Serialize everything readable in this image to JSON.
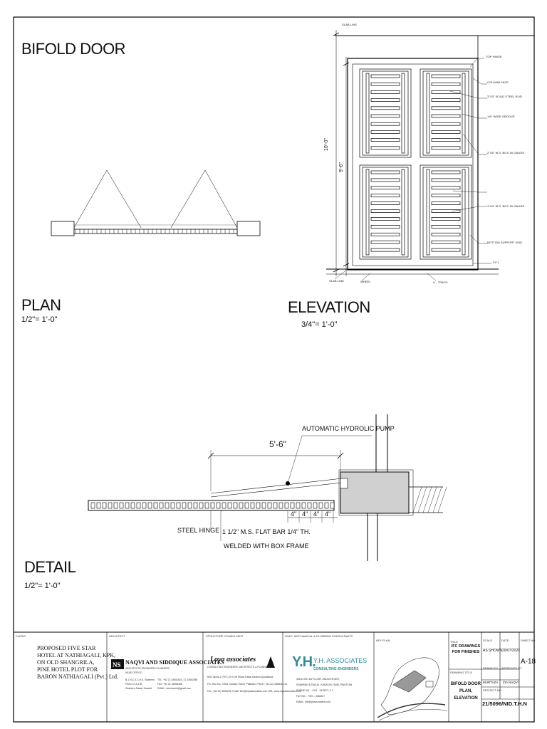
{
  "titles": {
    "bifold_door": "BIFOLD DOOR",
    "plan": "PLAN",
    "plan_scale": "1/2\"= 1'-0\"",
    "elevation": "ELEVATION",
    "elevation_scale": "3/4\"= 1'-0\"",
    "detail": "DETAIL",
    "detail_scale": "1/2\"= 1'-0\""
  },
  "elevation_notes": {
    "slab_line_top": "SLAB LINE",
    "top_hinge": "TOP HINGE",
    "column_face": "COLUMN FACE",
    "steel_rod": "3\"X3\" SOLID STEEL ROD",
    "groove": "1/8\" WIDE GROOVE",
    "box_top": "2\"X5\" M.S. BOX 16 GAUGE",
    "box_bottom": "1\"X4\" M.S. BOX 16 GAUGE",
    "bottom_rod": "BOTTOM SUPPORT ROD",
    "ffl": "F.F.L",
    "slab_line_bottom": "SLAB LINE",
    "wheel": "WHEEL",
    "u_track": "U - TRACK",
    "dim_total": "10'-0\"",
    "dim_panel": "9'-6\""
  },
  "detail_notes": {
    "pump": "AUTOMATIC HYDROLIC PUMP",
    "dim_span": "5'-6\"",
    "dim_4a": "4\"",
    "dim_4b": "4\"",
    "dim_4c": "4\"",
    "dim_4d": "4\"",
    "steel_hinge": "STEEL HINGE",
    "flat_bar_1": "1 1/2\" M.S. FLAT BAR 1/4\" TH.",
    "flat_bar_2": "WELDED WITH BOX FRAME"
  },
  "title_block": {
    "client_label": "CLIENT",
    "client_text": "PROPOSED FIVE STAR\nHOTEL AT NATHIAGALI, KPK,\nON OLD SHANGRILA,\nPINE HOTEL PLOT FOR\nBARON NATHIAGALI (Pvt.) Ltd.",
    "architect_label": "ARCHITECT",
    "architect_name": "NAQVI AND SIDDIQUE ASSOCIATES",
    "architect_sub": "ARCHITECTS ENGINEERS PLANNERS",
    "architect_head": "HEAD OFFICE:",
    "architect_addr1": "B-1 N.C.S.C.H.S. Shaheen",
    "architect_addr2": "Plot # 37-A & B",
    "architect_addr3": "Shaheen-Faisal, Karachi",
    "architect_tel1": "TEL: +92 21 34552624, 21 34552389",
    "architect_tel2": "FAX: +92 21 34553486",
    "architect_email": "EMAIL: nsi.karachi@gmail.com",
    "structure_label": "STRUCTURE CONSULTANT",
    "structure_name": "Loya associates",
    "structure_sub": "CONSULTING ENGINEERS, ARCHITECTS & PLANNERS",
    "structure_addr1": "NHC Block-2, P.E.C.H.S.Off Shara-Faisal Karachi-Quaidabad,",
    "structure_addr2": "P.O. Box No. 72651 Karachi-75400, Pakistan. Phone : (92-21) 4555040-41",
    "structure_addr3": "Fax : (92-21) 4556226, Email: info@loyaassociates.com URL: www.loyaassociates.com",
    "hvac_label": "HVAC, MECHANICAL & PLUMBING CONSULTANTS",
    "hvac_logo": "Y.H.",
    "hvac_name": "Y.H. ASSOCIATES",
    "hvac_sub": "CONSULTING ENGINEERS",
    "hvac_addr1": "308 & 309, 3rd FLOOR, ANUM ESTATE,",
    "hvac_addr2": "SHAHRAH-E-FAISAL, KARACHI-75350, PAKISTAN",
    "hvac_phone": "PHONE NO.   :  +921 - 4315071 & 2",
    "hvac_fax": "FAX NO.        :  +921 - 4382327",
    "hvac_email": "EMAIL: info@yhassociates.com",
    "keyplan_label": "KEY PLAN",
    "title_label": "TITLE",
    "title_value": "IFC DRAWINGS\nFOR FINISHES",
    "scale_label": "SCALE",
    "scale_value": "AS SHOWN",
    "date_label": "DATE",
    "date_value": "20/07/2022",
    "sheet_label": "SHEET NO.",
    "sheet_value": "A-18",
    "drawing_title_label": "DRAWING TITLE",
    "drawing_title_value": "BIFOLD DOOR\nPLAN,\nELEVATION",
    "drawn_label": "DRAWN BY",
    "drawn_value": "MURTAZA",
    "approved_label": "APPROVED BY",
    "approved_value": "ZIA NAQVI",
    "project_label": "PROJECT NO.",
    "project_value": "21/5096/NID.T.H.N"
  }
}
